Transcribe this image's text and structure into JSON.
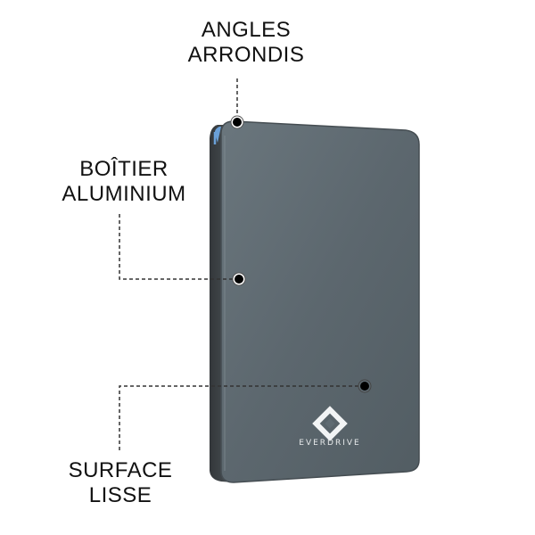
{
  "callouts": {
    "rounded_corners": {
      "line1": "ANGLES",
      "line2": "ARRONDIS"
    },
    "aluminium_case": {
      "line1": "BOÎTIER",
      "line2": "ALUMINIUM"
    },
    "smooth_surface": {
      "line1": "SURFACE",
      "line2": "LISSE"
    }
  },
  "device": {
    "brand": "EVERDRIVE",
    "logo_icon": "diamond-knot-logo-icon",
    "colors": {
      "face": "#5f6b72",
      "edge": "#3f4448",
      "accent": "#6aa0d8",
      "dot": "#000000"
    }
  }
}
